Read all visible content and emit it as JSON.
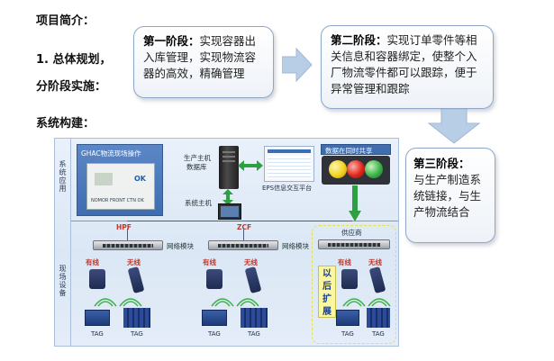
{
  "intro": {
    "title": "项目简介：",
    "plan": "1. 总体规划，",
    "phased": "分阶段实施："
  },
  "stage1": {
    "label": "第一阶段：",
    "text": "实现容器出入库管理，实现物流容器的高效，精确管理"
  },
  "stage2": {
    "label": "第二阶段：",
    "text": "实现订单零件等相关信息和容器绑定，使整个入厂物流零件都可以跟踪，便于异常管理和跟踪"
  },
  "stage3": {
    "label": "第三阶段：",
    "text": "与生产制造系统链接，与生产物流结合"
  },
  "system_title": "系统构建：",
  "diagram": {
    "left_top_label": "系统应用",
    "left_bottom_label": "现场设备",
    "ghac_panel": "GHAC物流现场操作",
    "ok_label": "OK",
    "screen_caption": "NOMOR FRONT CTN OK",
    "server_label_1": "生产主机",
    "server_label_2": "数据库",
    "system_host": "系统主机",
    "eps_label": "EPS信息交互平台",
    "share_panel": "数据在同时共享",
    "hpf": "HPF",
    "zcf": "ZCF",
    "supplier": "供应商",
    "net_module_1": "网络模块",
    "net_module_2": "网络模块",
    "wired_1": "有线",
    "wireless_1": "无线",
    "wired_2": "有线",
    "wireless_2": "无线",
    "wired_3": "有线",
    "wireless_3": "无线",
    "future": "以后扩展",
    "tag_1": "TAG",
    "tag_2": "TAG",
    "tag_3": "TAG",
    "tag_4": "TAG",
    "tag_5": "TAG",
    "tag_6": "TAG"
  },
  "colors": {
    "arrow": "#b8cde6",
    "box_border": "#8ea6c8",
    "light_red": "#e0261b",
    "light_yellow": "#f4d21f",
    "light_green": "#3cb34a",
    "dashed_yellow": "#e6e24a"
  }
}
